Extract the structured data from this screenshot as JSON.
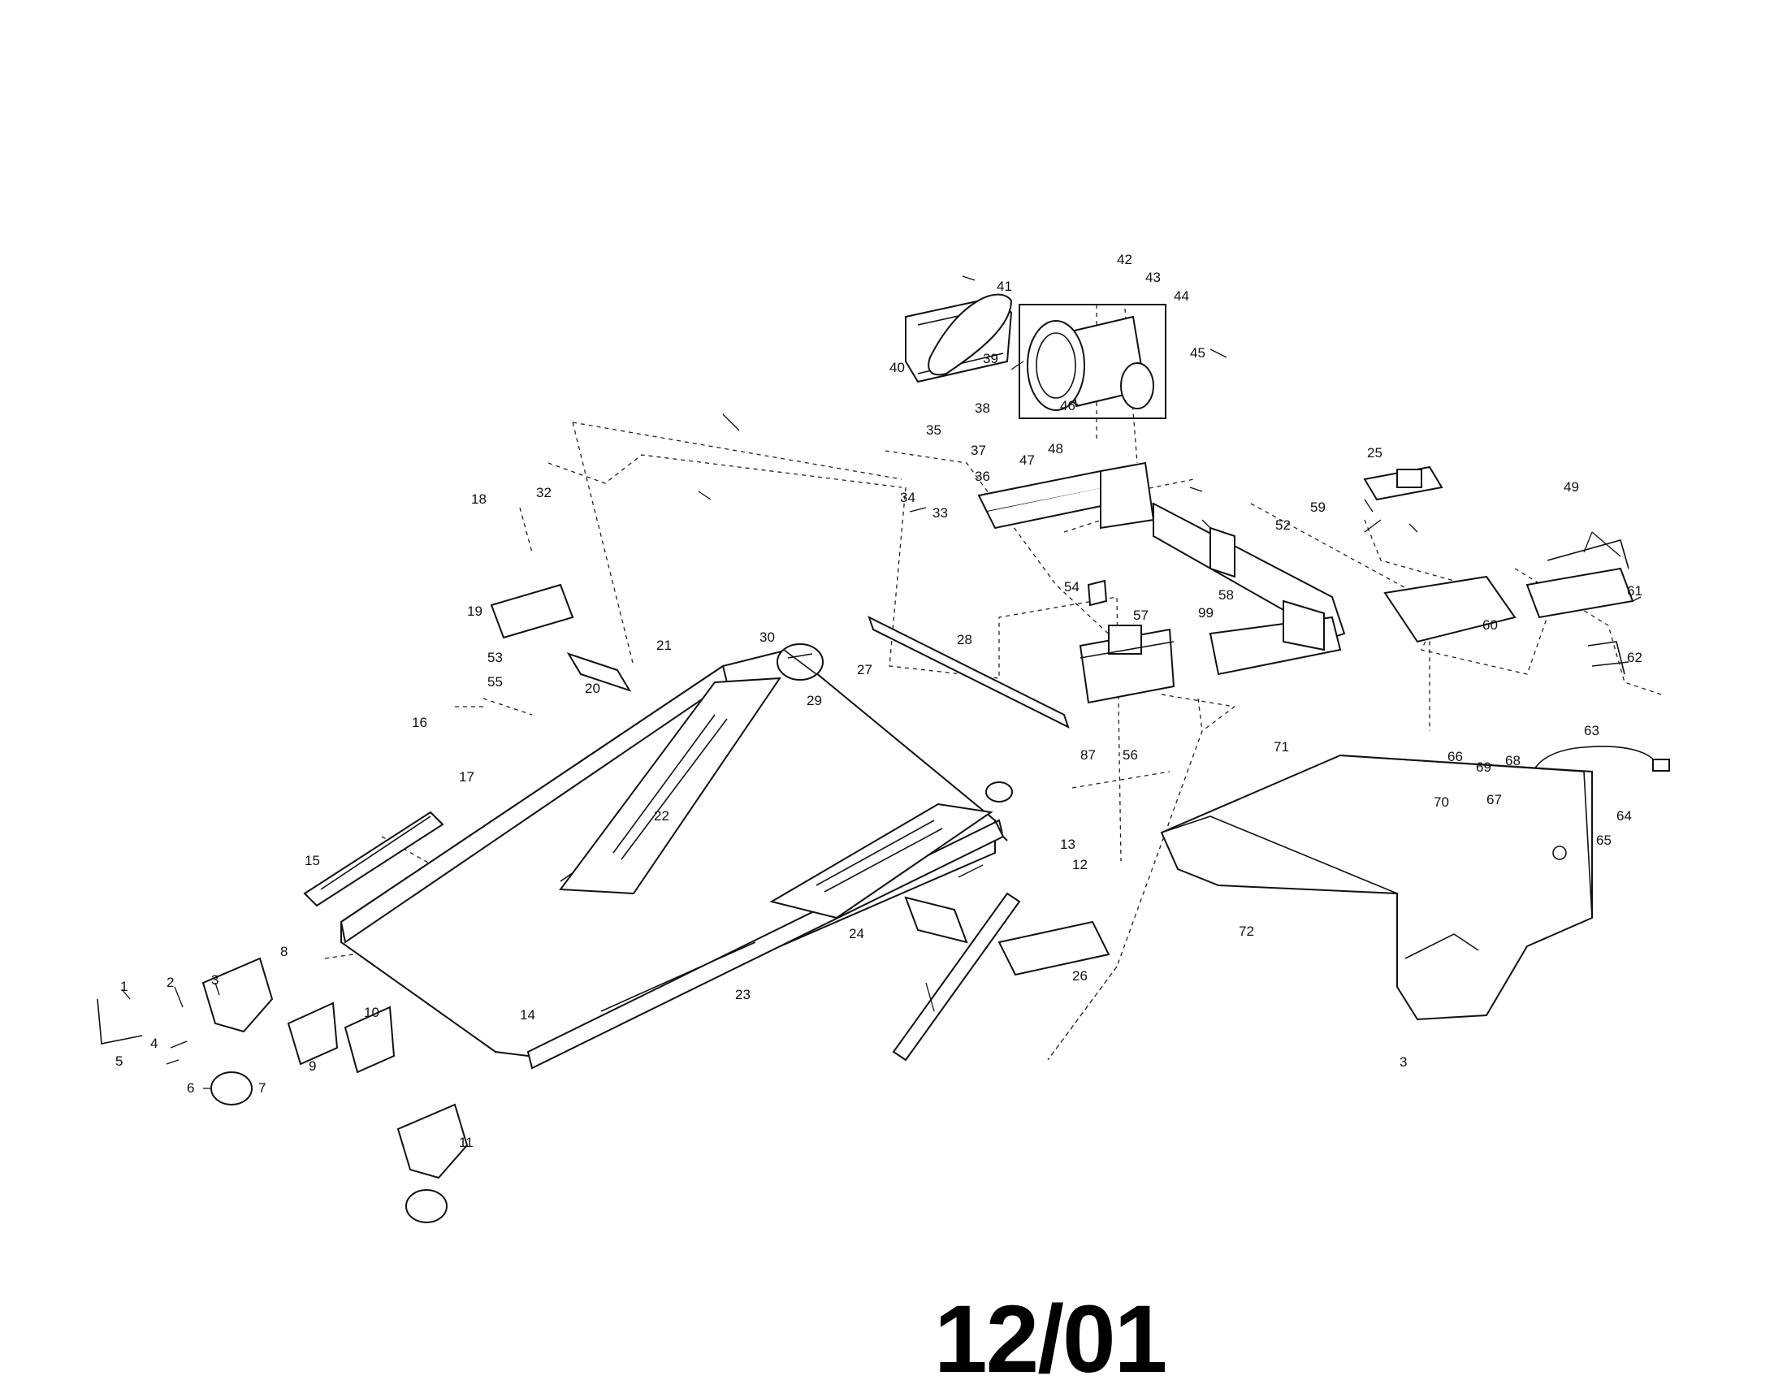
{
  "callouts": [
    "1",
    "2",
    "3",
    "4",
    "5",
    "6",
    "7",
    "8",
    "9",
    "10",
    "11",
    "12",
    "13",
    "14",
    "15",
    "16",
    "17",
    "18",
    "19",
    "20",
    "21",
    "22",
    "23",
    "24",
    "25",
    "26",
    "27",
    "28",
    "29",
    "30",
    "32",
    "33",
    "34",
    "35",
    "36",
    "37",
    "38",
    "39",
    "40",
    "41",
    "42",
    "43",
    "44",
    "45",
    "46",
    "47",
    "48",
    "49",
    "52",
    "53",
    "54",
    "55",
    "56",
    "57",
    "58",
    "59",
    "60",
    "61",
    "62",
    "63",
    "64",
    "65",
    "66",
    "67",
    "68",
    "69",
    "70",
    "71",
    "72",
    "87",
    "99",
    "3"
  ],
  "date_stamp": "12/01"
}
